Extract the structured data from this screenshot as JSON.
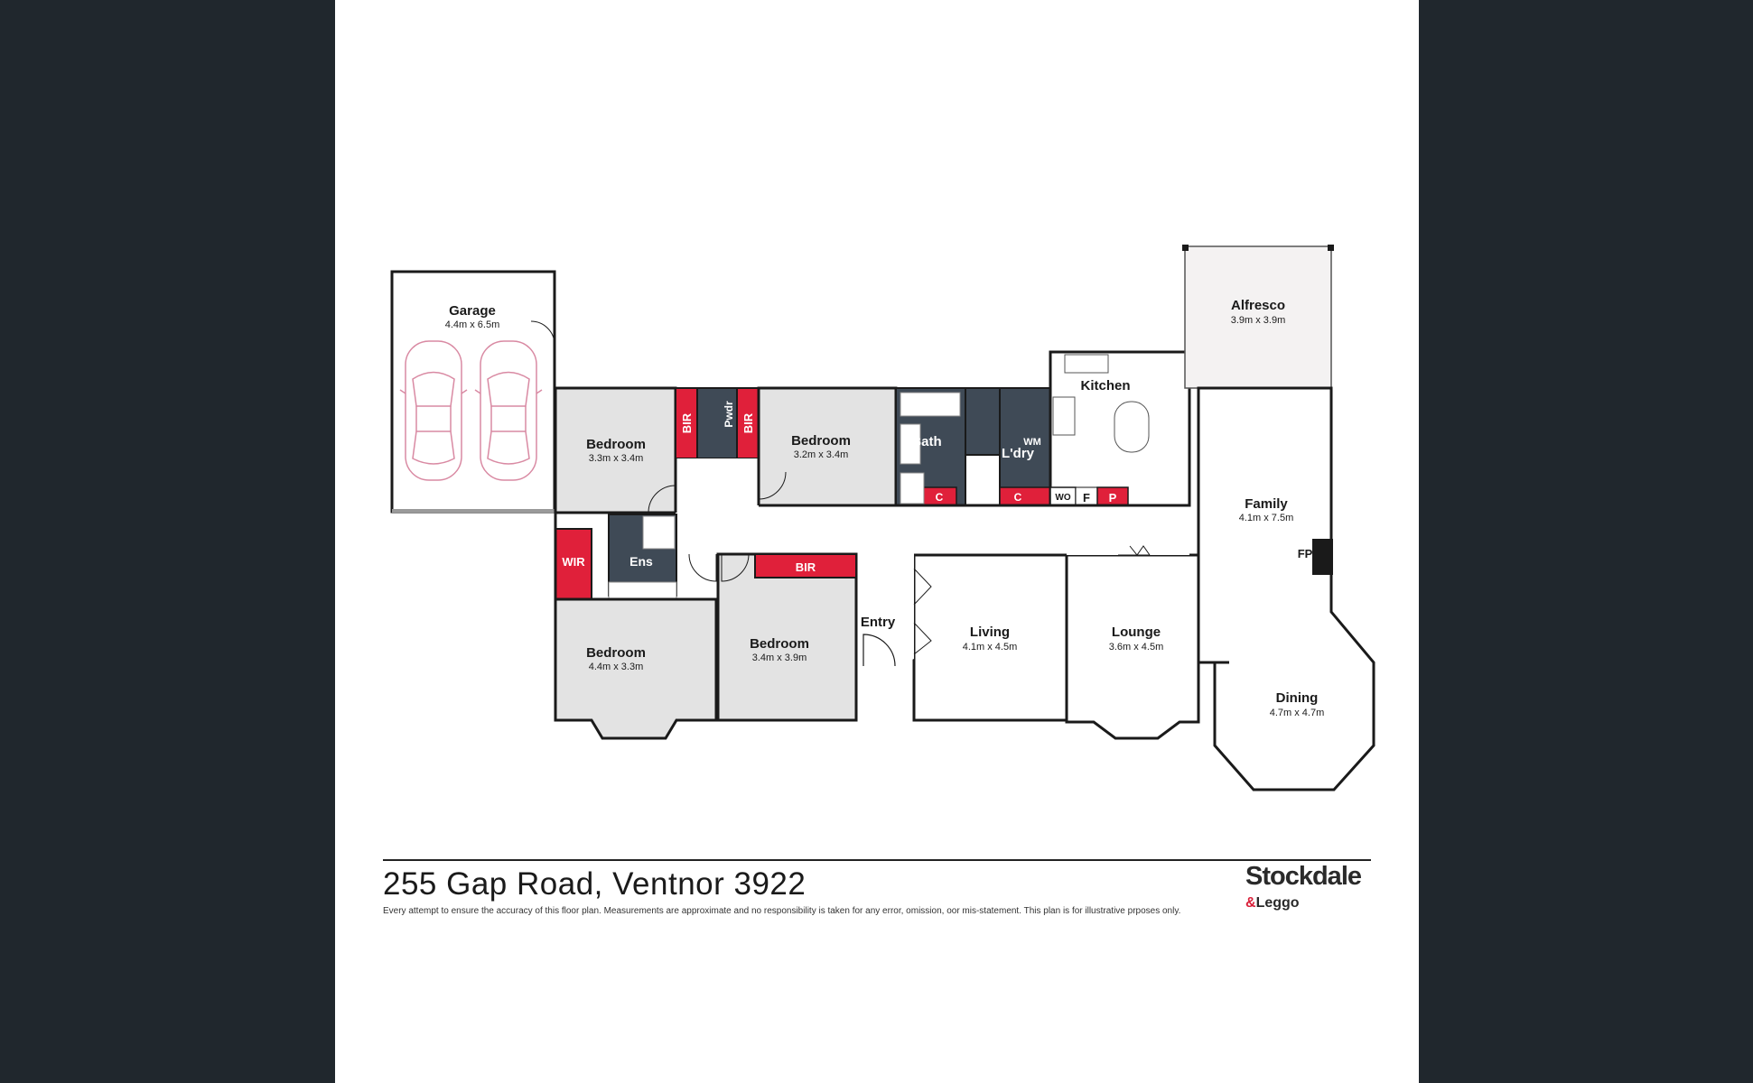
{
  "rooms": {
    "garage": {
      "name": "Garage",
      "dim": "4.4m x 6.5m"
    },
    "bedroom1": {
      "name": "Bedroom",
      "dim": "3.3m x 3.4m"
    },
    "bedroom2": {
      "name": "Bedroom",
      "dim": "3.2m x 3.4m"
    },
    "bedroom3": {
      "name": "Bedroom",
      "dim": "4.4m x 3.3m"
    },
    "bedroom4": {
      "name": "Bedroom",
      "dim": "3.4m x 3.9m"
    },
    "bath": {
      "name": "Bath"
    },
    "laundry": {
      "name": "L'dry"
    },
    "kitchen": {
      "name": "Kitchen"
    },
    "alfresco": {
      "name": "Alfresco",
      "dim": "3.9m x 3.9m"
    },
    "family": {
      "name": "Family",
      "dim": "4.1m x 7.5m"
    },
    "dining": {
      "name": "Dining",
      "dim": "4.7m x 4.7m"
    },
    "living": {
      "name": "Living",
      "dim": "4.1m x 4.5m"
    },
    "lounge": {
      "name": "Lounge",
      "dim": "3.6m x 4.5m"
    },
    "entry": {
      "name": "Entry"
    },
    "ensuite": {
      "name": "Ens"
    }
  },
  "fixtures": {
    "bir": "BIR",
    "pwdr": "Pwdr",
    "wir": "WIR",
    "cupboard": "C",
    "wm": "WM",
    "wo": "WO",
    "fridge": "F",
    "pantry": "P",
    "fireplace": "FP"
  },
  "footer": {
    "address": "255 Gap Road, Ventnor 3922",
    "disclaimer": "Every attempt to ensure the accuracy of this floor plan.  Measurements are approximate and no responsibility is taken for any error, omission, oor mis-statement.  This plan is for illustrative prposes only."
  },
  "logo": {
    "line1": "Stockdale",
    "amp": "&",
    "line2": "Leggo"
  },
  "colors": {
    "background": "#20272d",
    "sheet": "#ffffff",
    "room_grey": "#e3e3e3",
    "wet_area": "#3f4a56",
    "storage_red": "#e0203a",
    "wall": "#1a1a1a",
    "car_outline": "#d98aa3"
  }
}
